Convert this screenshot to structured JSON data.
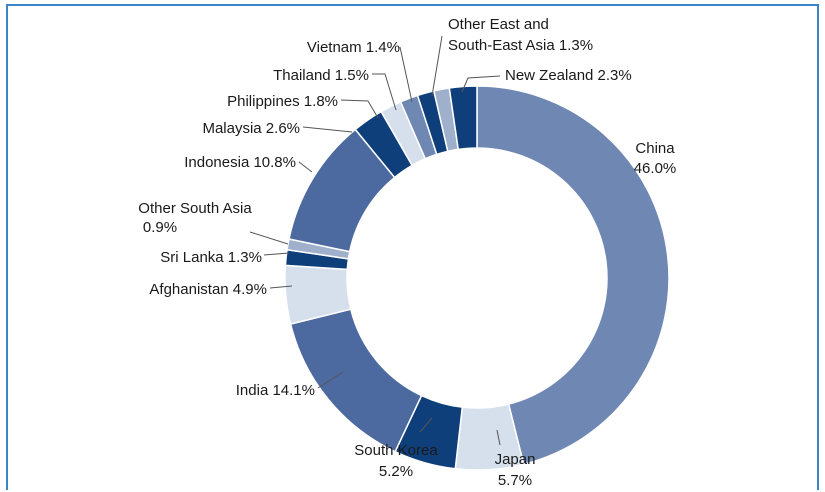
{
  "chart_data": {
    "type": "pie",
    "donut": true,
    "title": "",
    "start_angle_deg": 0,
    "direction": "clockwise",
    "colors": {
      "mid_blue": "#6f87b3",
      "light": "#d6dfec",
      "dark": "#0f3f7a",
      "medium": "#4d6aa0",
      "grey_blue": "#9fb0cc",
      "border": "#3b86c9"
    },
    "slices": [
      {
        "label": "China",
        "value": 46.0,
        "value_text": "46.0%",
        "color": "#6f87b3"
      },
      {
        "label": "Japan",
        "value": 5.7,
        "value_text": "5.7%",
        "color": "#d6dfec"
      },
      {
        "label": "South Korea",
        "value": 5.2,
        "value_text": "5.2%",
        "color": "#0f3f7a"
      },
      {
        "label": "India",
        "value": 14.1,
        "value_text": "14.1%",
        "color": "#4d6aa0"
      },
      {
        "label": "Afghanistan",
        "value": 4.9,
        "value_text": "4.9%",
        "color": "#d6dfec"
      },
      {
        "label": "Sri Lanka",
        "value": 1.3,
        "value_text": "1.3%",
        "color": "#0f3f7a"
      },
      {
        "label": "Other South Asia",
        "value": 0.9,
        "value_text": "0.9%",
        "color": "#9fb0cc"
      },
      {
        "label": "Indonesia",
        "value": 10.8,
        "value_text": "10.8%",
        "color": "#4d6aa0"
      },
      {
        "label": "Malaysia",
        "value": 2.6,
        "value_text": "2.6%",
        "color": "#0f3f7a"
      },
      {
        "label": "Philippines",
        "value": 1.8,
        "value_text": "1.8%",
        "color": "#d6dfec"
      },
      {
        "label": "Thailand",
        "value": 1.5,
        "value_text": "1.5%",
        "color": "#6f87b3"
      },
      {
        "label": "Vietnam",
        "value": 1.4,
        "value_text": "1.4%",
        "color": "#0f3f7a"
      },
      {
        "label": "Other East and South-East Asia",
        "value": 1.3,
        "value_text": "1.3%",
        "color": "#9fb0cc"
      },
      {
        "label": "New Zealand",
        "value": 2.3,
        "value_text": "2.3%",
        "color": "#0f3f7a"
      }
    ],
    "labels": {
      "china": {
        "line1": "China",
        "line2": "46.0%"
      },
      "japan": {
        "line1": "Japan",
        "line2": "5.7%"
      },
      "south_korea": {
        "line1": "South Korea",
        "line2": "5.2%"
      },
      "india": "India  14.1%",
      "afghanistan": "Afghanistan  4.9%",
      "sri_lanka": "Sri Lanka  1.3%",
      "other_south_asia": {
        "line1": "Other South Asia",
        "line2": "0.9%"
      },
      "indonesia": "Indonesia  10.8%",
      "malaysia": "Malaysia  2.6%",
      "philippines": "Philippines  1.8%",
      "thailand": "Thailand  1.5%",
      "vietnam": "Vietnam  1.4%",
      "other_east": {
        "line1": "Other East and",
        "line2": "South-East Asia  1.3%"
      },
      "new_zealand": "New Zealand  2.3%"
    }
  }
}
